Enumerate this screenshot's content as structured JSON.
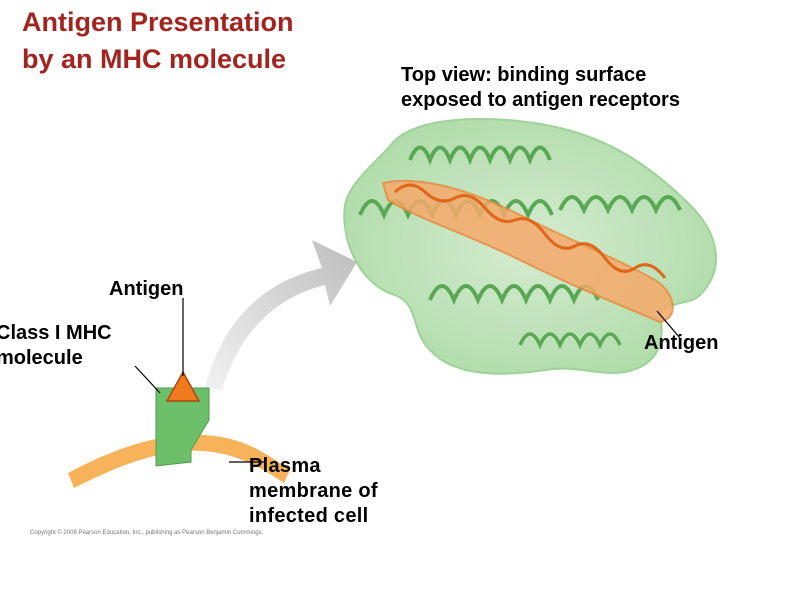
{
  "title": "Antigen Presentation\nby an MHC molecule",
  "labels": {
    "top_view": "Top view: binding surface\nexposed to antigen receptors",
    "antigen_left": "Antigen",
    "class_mhc": "Class I MHC\nmolecule",
    "antigen_right": "Antigen",
    "plasma_membrane": "Plasma\nmembrane of\ninfected cell"
  },
  "copyright": "Copyright © 2008 Pearson Education, Inc., publishing as Pearson Benjamin Cummings.",
  "colors": {
    "title": "#a3241e",
    "mhc_green": "#6dbf6a",
    "membrane_orange": "#f7b25a",
    "antigen_orange": "#f07a1e",
    "arrow_gray": "#cfcfcf"
  }
}
